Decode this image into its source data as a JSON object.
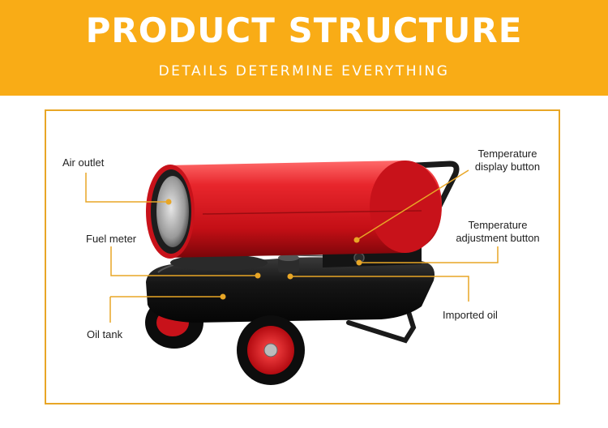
{
  "banner": {
    "title": "PRODUCT STRUCTURE",
    "subtitle": "DETAILS DETERMINE EVERYTHING"
  },
  "labels": {
    "air_outlet": "Air outlet",
    "fuel_meter": "Fuel meter",
    "oil_tank": "Oil tank",
    "temp_display_line1": "Temperature",
    "temp_display_line2": "display button",
    "temp_adjust_line1": "Temperature",
    "temp_adjust_line2": "adjustment button",
    "imported_oil": "Imported oil"
  },
  "colors": {
    "banner": "#f9ac16",
    "frame_border": "#e8a626",
    "leader_line": "#e8a626",
    "heater_body": "#d8141c",
    "base": "#111111"
  }
}
